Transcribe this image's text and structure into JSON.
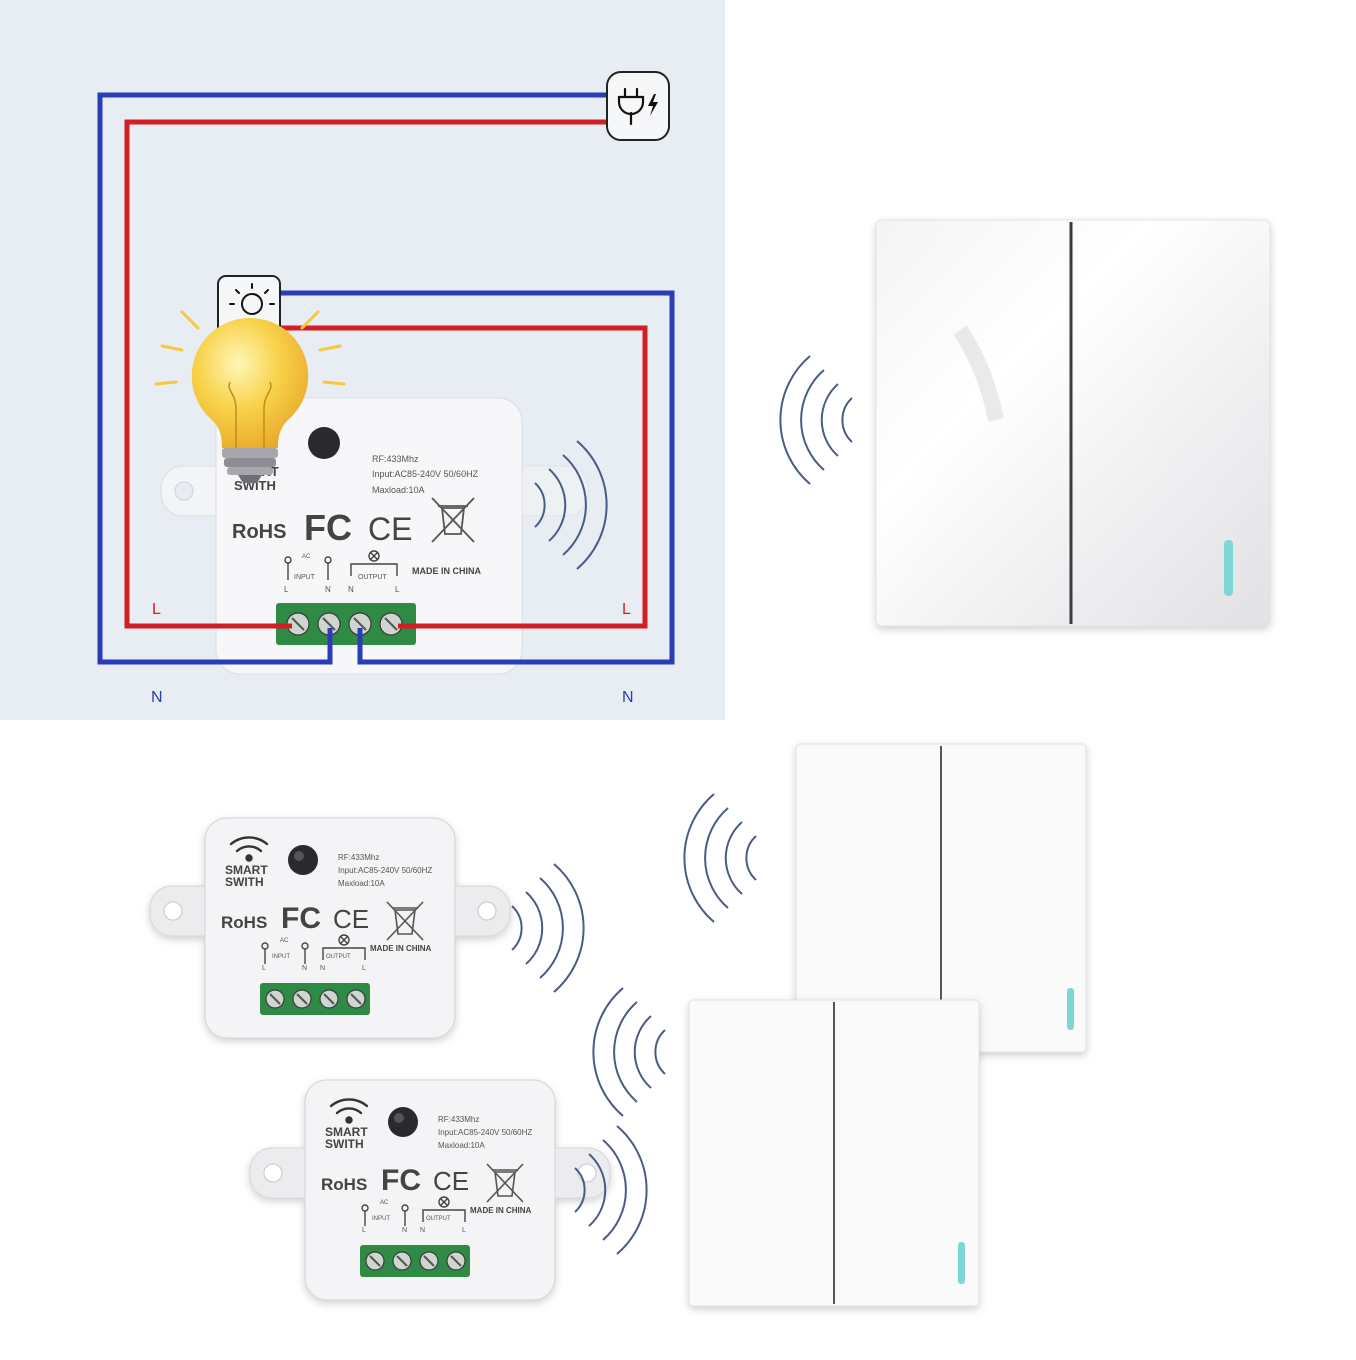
{
  "colors": {
    "panel_bg": "#E8EDF3",
    "wire_red": "#D21F26",
    "wire_blue": "#2B3CB7",
    "wave": "#4A5C86",
    "terminal_green": "#2F8A44",
    "bulb_yellow": "#F6C742",
    "indicator": "#7FD6D6"
  },
  "icons": {
    "power": "plug-bolt-icon",
    "lamp": "lamp-icon",
    "bulb": "light-bulb-icon",
    "wifi": "wifi-icon",
    "wave": "wireless-wave-icon"
  },
  "wiring": {
    "left_line": "L",
    "right_line": "L",
    "left_neutral": "N",
    "right_neutral": "N"
  },
  "receiver": {
    "brand_line1": "SMART",
    "brand_line2": "SWITH",
    "brand_partial": "ART",
    "rf": "RF:433Mhz",
    "input": "Input:AC85-240V 50/60HZ",
    "maxload": "Maxload:10A",
    "rohs": "RoHS",
    "fc": "FC",
    "ce": "CE",
    "ac": "AC",
    "input_label": "INPUT",
    "output_label": "OUTPUT",
    "pin_l": "L",
    "pin_n": "N",
    "made_in": "MADE IN CHINA"
  }
}
